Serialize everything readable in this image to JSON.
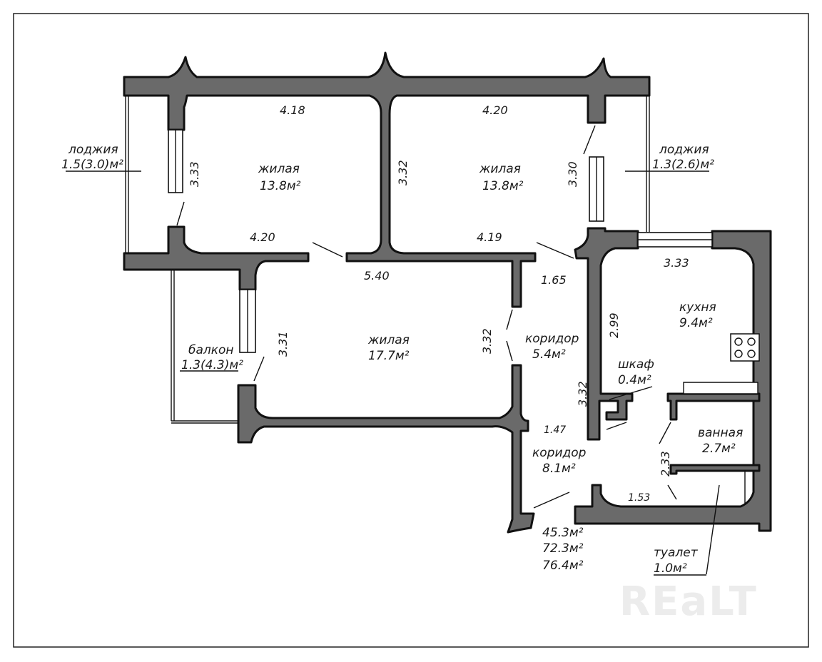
{
  "rooms": {
    "living1": {
      "name": "жилая",
      "area": "13.8м²"
    },
    "living2": {
      "name": "жилая",
      "area": "13.8м²"
    },
    "living3": {
      "name": "жилая",
      "area": "17.7м²"
    },
    "kitchen": {
      "name": "кухня",
      "area": "9.4м²"
    },
    "corridor1": {
      "name": "коридор",
      "area": "5.4м²"
    },
    "corridor2": {
      "name": "коридор",
      "area": "8.1м²"
    },
    "closet": {
      "name": "шкаф",
      "area": "0.4м²"
    },
    "bathroom": {
      "name": "ванная",
      "area": "2.7м²"
    },
    "toilet": {
      "name": "туалет",
      "area": "1.0м²"
    },
    "loggia_left": {
      "name": "лоджия",
      "area": "1.5(3.0)м²"
    },
    "loggia_right": {
      "name": "лоджия",
      "area": "1.3(2.6)м²"
    },
    "balcony": {
      "name": "балкон",
      "area": "1.3(4.3)м²"
    }
  },
  "dimensions": {
    "d418": "4.18",
    "d420_top": "4.20",
    "d333_left": "3.33",
    "d332_mid": "3.32",
    "d330": "3.30",
    "d420_bot": "4.20",
    "d540": "5.40",
    "d419": "4.19",
    "d165": "1.65",
    "d333_kitchen": "3.33",
    "d299": "2.99",
    "d331": "3.31",
    "d332_corr": "3.32",
    "d332_closet": "3.32",
    "d147": "1.47",
    "d233": "2.33",
    "d153": "1.53"
  },
  "totals": {
    "t1": "45.3м²",
    "t2": "72.3м²",
    "t3": "76.4м²"
  },
  "watermark": "REaLT"
}
